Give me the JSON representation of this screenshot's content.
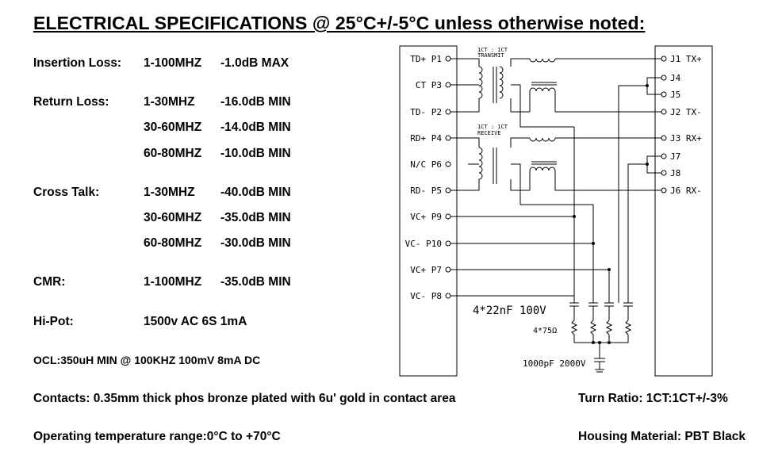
{
  "title": "ELECTRICAL SPECIFICATIONS @ 25°C+/-5°C unless otherwise noted:",
  "specs": {
    "insertion_loss": {
      "label": "Insertion Loss:",
      "rows": [
        {
          "range": "1-100MHZ",
          "value": "-1.0dB MAX"
        }
      ]
    },
    "return_loss": {
      "label": "Return Loss:",
      "rows": [
        {
          "range": "1-30MHZ",
          "value": "-16.0dB MIN"
        },
        {
          "range": "30-60MHZ",
          "value": "-14.0dB MIN"
        },
        {
          "range": "60-80MHZ",
          "value": "-10.0dB MIN"
        }
      ]
    },
    "cross_talk": {
      "label": "Cross Talk:",
      "rows": [
        {
          "range": "1-30MHZ",
          "value": "-40.0dB MIN"
        },
        {
          "range": "30-60MHZ",
          "value": "-35.0dB MIN"
        },
        {
          "range": "60-80MHZ",
          "value": "-30.0dB MIN"
        }
      ]
    },
    "cmr": {
      "label": "CMR:",
      "rows": [
        {
          "range": "1-100MHZ",
          "value": "-35.0dB MIN"
        }
      ]
    },
    "hipot": {
      "label": "Hi-Pot:",
      "value": "1500v AC 6S 1mA"
    },
    "ocl": "OCL:350uH MIN @ 100KHZ 100mV 8mA DC",
    "contacts": "Contacts: 0.35mm thick phos bronze plated with 6u' gold in contact area",
    "turn_ratio": "Turn Ratio: 1CT:1CT+/-3%",
    "operating_temp": "Operating temperature range:0°C to +70°C",
    "housing": "Housing Material: PBT Black"
  },
  "schematic": {
    "left_pins": [
      "TD+ P1",
      "CT P3",
      "TD- P2",
      "RD+ P4",
      "N/C P6",
      "RD- P5",
      "VC+ P9",
      "VC- P10",
      "VC+ P7",
      "VC- P8"
    ],
    "right_pins": [
      "J1 TX+",
      "J4",
      "J5",
      "J2 TX-",
      "J3 RX+",
      "J7",
      "J8",
      "J6 RX-"
    ],
    "transmit_label_1": "1CT : 1CT",
    "transmit_label_2": "TRANSMIT",
    "receive_label_1": "1CT : 1CT",
    "receive_label_2": "RECEIVE",
    "cap_label": "4*22nF 100V",
    "res_label": "4*75Ω",
    "hv_cap_label": "1000pF 2000V"
  }
}
